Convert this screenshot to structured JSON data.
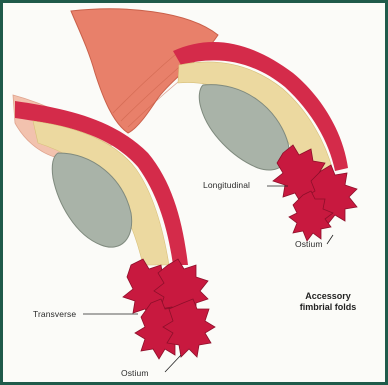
{
  "labels": {
    "longitudinal": "Longitudinal",
    "ostium_top": "Ostium",
    "transverse": "Transverse",
    "ostium_bottom": "Ostium",
    "caption_line1": "Accessory",
    "caption_line2": "fimbrial folds"
  },
  "colors": {
    "tube_outer": "#d42b4a",
    "tube_inner": "#ecd9a0",
    "ovary": "#a9b3a8",
    "ligament": "#e8806a",
    "fimbriae": "#c8193f",
    "frame": "#1f5a4a"
  }
}
